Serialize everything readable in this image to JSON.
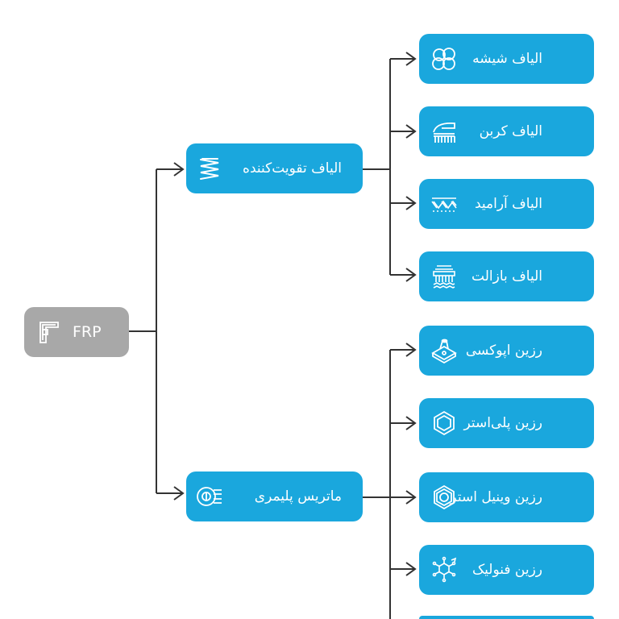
{
  "root": {
    "label": "FRP",
    "icon": "frp-profile-icon"
  },
  "branches": [
    {
      "label": "الیاف تقویت‌کننده",
      "icon": "fiber-spring-icon",
      "children": [
        {
          "label": "الیاف شیشه",
          "icon": "glass-fiber-icon"
        },
        {
          "label": "الیاف کربن",
          "icon": "carbon-fiber-icon"
        },
        {
          "label": "الیاف آرامید",
          "icon": "aramid-fiber-icon"
        },
        {
          "label": "الیاف بازالت",
          "icon": "basalt-fiber-icon"
        }
      ]
    },
    {
      "label": "ماتریس پلیمری",
      "icon": "polymer-matrix-icon",
      "children": [
        {
          "label": "رزین اپوکسی",
          "icon": "epoxy-resin-icon"
        },
        {
          "label": "رزین پلی‌استر",
          "icon": "polyester-resin-icon"
        },
        {
          "label": "رزین وینیل استر",
          "icon": "vinyl-ester-resin-icon"
        },
        {
          "label": "رزین فنولیک",
          "icon": "phenolic-resin-icon"
        }
      ]
    }
  ]
}
